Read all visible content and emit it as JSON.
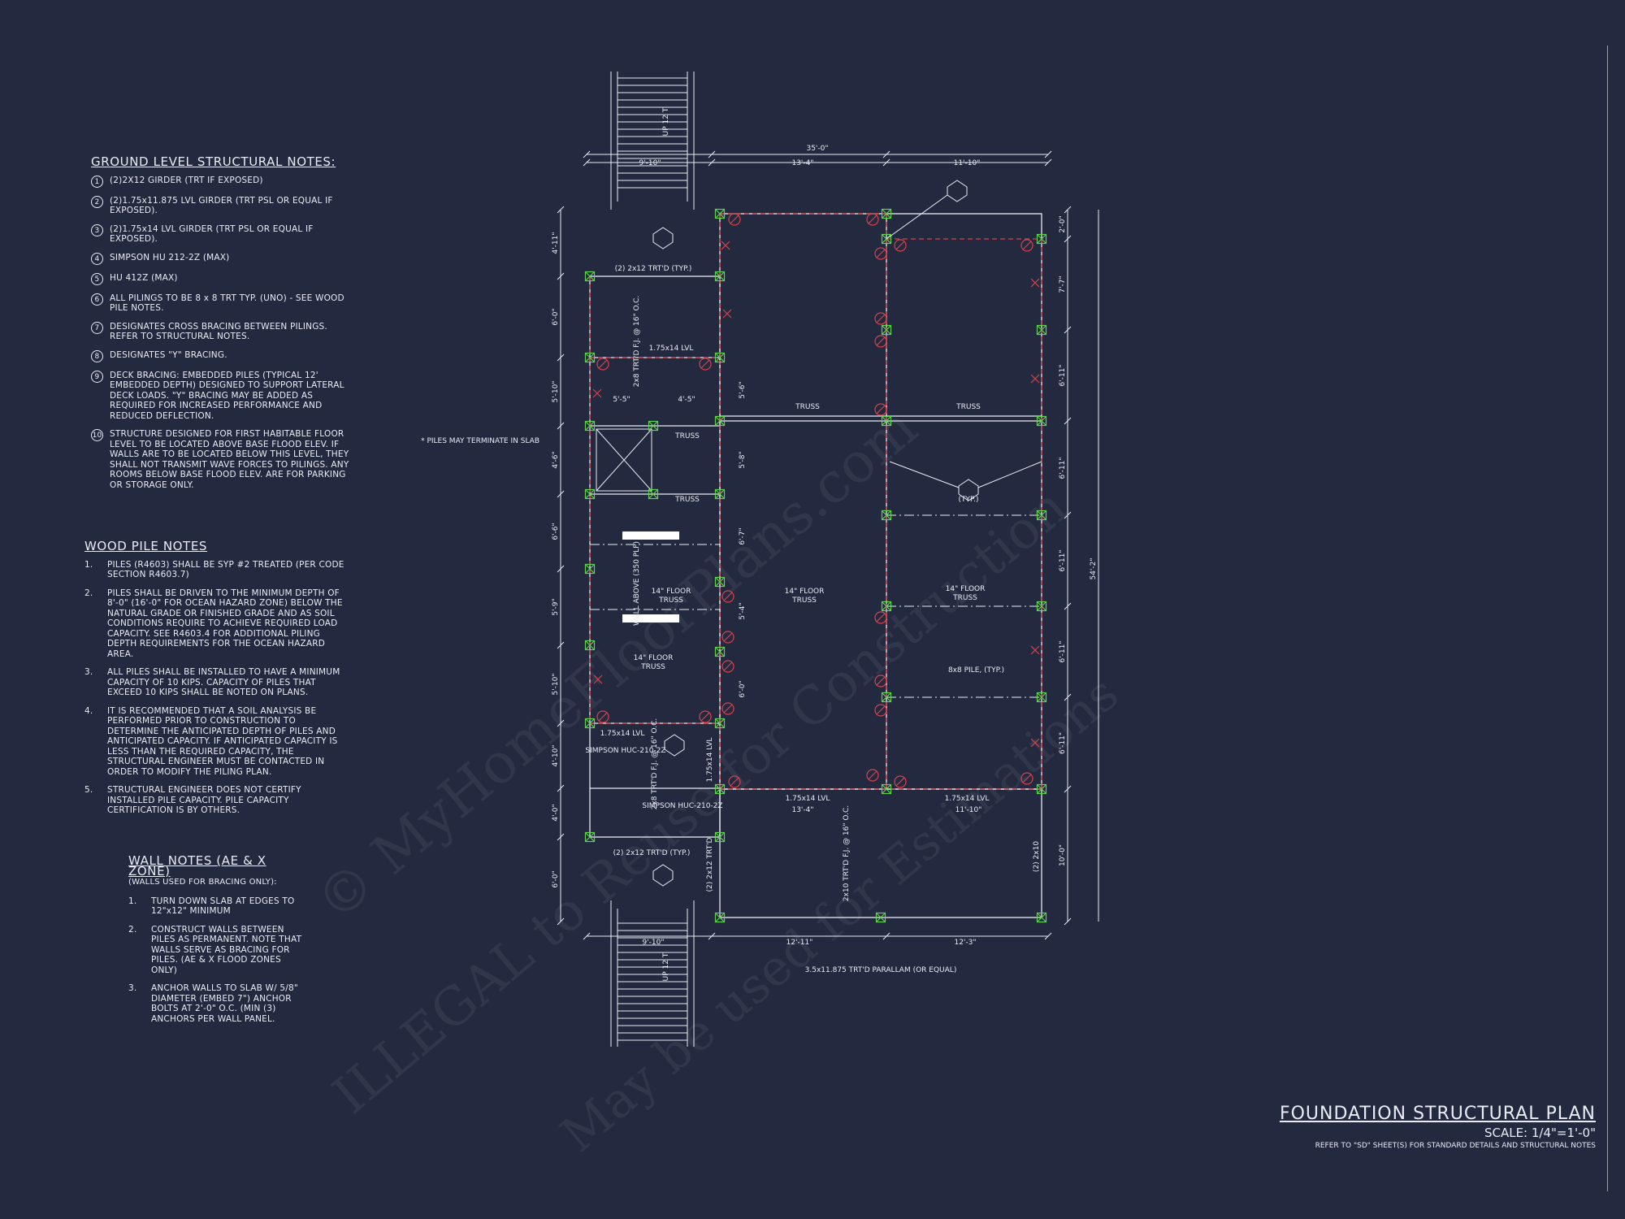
{
  "ground_notes": {
    "title": "GROUND LEVEL STRUCTURAL NOTES:",
    "items": [
      {
        "n": "1",
        "text": "(2)2X12 GIRDER (TRT IF EXPOSED)"
      },
      {
        "n": "2",
        "text": "(2)1.75x11.875 LVL GIRDER (TRT PSL OR EQUAL IF EXPOSED)."
      },
      {
        "n": "3",
        "text": "(2)1.75x14 LVL GIRDER (TRT PSL OR EQUAL IF EXPOSED)."
      },
      {
        "n": "4",
        "text": "SIMPSON HU 212-2Z (MAX)"
      },
      {
        "n": "5",
        "text": "HU 412Z (MAX)"
      },
      {
        "n": "6",
        "text": "ALL PILINGS TO BE 8 x 8 TRT TYP. (UNO) - SEE WOOD PILE NOTES."
      },
      {
        "n": "7",
        "text": "DESIGNATES CROSS BRACING BETWEEN PILINGS. REFER TO STRUCTURAL NOTES."
      },
      {
        "n": "8",
        "text": "DESIGNATES \"Y\" BRACING."
      },
      {
        "n": "9",
        "text": "DECK BRACING: EMBEDDED PILES (TYPICAL 12' EMBEDDED DEPTH) DESIGNED TO SUPPORT LATERAL DECK LOADS. \"Y\" BRACING MAY BE ADDED AS REQUIRED FOR INCREASED PERFORMANCE AND REDUCED DEFLECTION."
      },
      {
        "n": "10",
        "text": "STRUCTURE DESIGNED FOR FIRST HABITABLE FLOOR LEVEL TO BE LOCATED ABOVE BASE FLOOD ELEV. IF WALLS ARE TO BE LOCATED BELOW THIS LEVEL, THEY SHALL NOT TRANSMIT WAVE FORCES TO PILINGS. ANY ROOMS BELOW BASE FLOOD ELEV. ARE FOR PARKING OR STORAGE ONLY."
      }
    ]
  },
  "pile_notes": {
    "title": "WOOD PILE NOTES",
    "items": [
      {
        "n": "1.",
        "text": "PILES (R4603) SHALL BE SYP #2 TREATED (PER CODE SECTION R4603.7)"
      },
      {
        "n": "2.",
        "text": "PILES SHALL BE DRIVEN TO THE MINIMUM DEPTH OF 8'-0\" (16'-0\" FOR OCEAN HAZARD ZONE) BELOW THE NATURAL GRADE OR FINISHED GRADE AND AS SOIL CONDITIONS REQUIRE TO ACHIEVE REQUIRED LOAD CAPACITY. SEE R4603.4 FOR ADDITIONAL PILING DEPTH REQUIREMENTS FOR THE OCEAN HAZARD AREA."
      },
      {
        "n": "3.",
        "text": "ALL PILES SHALL BE INSTALLED TO HAVE A MINIMUM CAPACITY OF 10 KIPS. CAPACITY OF PILES THAT EXCEED 10 KIPS SHALL BE NOTED ON PLANS."
      },
      {
        "n": "4.",
        "text": "IT IS RECOMMENDED THAT A SOIL ANALYSIS BE PERFORMED PRIOR TO CONSTRUCTION TO DETERMINE THE ANTICIPATED DEPTH OF PILES AND ANTICIPATED CAPACITY. IF ANTICIPATED CAPACITY IS LESS THAN THE REQUIRED CAPACITY, THE STRUCTURAL ENGINEER MUST BE CONTACTED IN ORDER TO MODIFY THE PILING PLAN."
      },
      {
        "n": "5.",
        "text": "STRUCTURAL ENGINEER DOES NOT CERTIFY INSTALLED PILE CAPACITY. PILE CAPACITY CERTIFICATION IS BY OTHERS."
      }
    ]
  },
  "wall_notes": {
    "title": "WALL NOTES (AE & X ZONE)",
    "subtitle": "(WALLS USED FOR BRACING ONLY):",
    "items": [
      {
        "n": "1.",
        "text": "TURN DOWN SLAB AT EDGES TO 12\"x12\" MINIMUM"
      },
      {
        "n": "2.",
        "text": "CONSTRUCT WALLS BETWEEN PILES AS PERMANENT. NOTE THAT WALLS SERVE AS BRACING FOR PILES. (AE & X FLOOD ZONES ONLY)"
      },
      {
        "n": "3.",
        "text": "ANCHOR WALLS TO SLAB W/ 5/8\" DIAMETER (EMBED 7\") ANCHOR BOLTS AT 2'-0\" O.C. (MIN (3) ANCHORS PER WALL PANEL."
      }
    ]
  },
  "plan": {
    "dims_top": {
      "overall": "35'-0\"",
      "a": "9'-10\"",
      "b": "13'-4\"",
      "c": "11'-10\""
    },
    "dims_bottom": {
      "a": "9'-10\"",
      "b": "12'-11\"",
      "c": "12'-3\""
    },
    "dims_left": [
      "4'-11\"",
      "6'-0\"",
      "5'-10\"",
      "4'-6\"",
      "6'-6\"",
      "5'-9\"",
      "5'-10\"",
      "4'-10\"",
      "4'-0\"",
      "6'-0\""
    ],
    "dims_right": [
      "2'-0\"",
      "7'-7\"",
      "6'-11\"",
      "6'-11\"",
      "6'-11\"",
      "6'-11\"",
      "6'-11\"",
      "10'-0\""
    ],
    "dim_overall_right": "54'-2\"",
    "dims_inner": [
      "5'-6\"",
      "5'-8\"",
      "6'-7\"",
      "5'-4\"",
      "6'-0\""
    ],
    "dims_mid": {
      "left": "5'-5\"",
      "right": "4'-5\"",
      "lower_left": "13'-4\"",
      "lower_right": "11'-10\""
    },
    "labels": {
      "girder_top": "(2) 2x12 TRT'D (TYP.)",
      "girder_bottom": "(2) 2x12 TRT'D (TYP.)",
      "fj_top": "2x8 TRT'D F.J. @ 16\" O.C.",
      "fj_bottom": "2x8 TRT'D F.J. @ 16\" O.C.",
      "lvl": "1.75x14 LVL",
      "truss": "TRUSS",
      "floor_truss_a": "14\" FLOOR",
      "floor_truss_b": "TRUSS",
      "piles_terminate": "* PILES MAY TERMINATE IN SLAB",
      "wall_above": "WALL ABOVE (350 PLF)",
      "simpson_a": "SIMPSON HUC-210-2Z",
      "simpson_b": "SIMPSON HUC-210-2Z",
      "pile_typ": "8x8 PILE, (TYP.)",
      "typ": "(TYP.)",
      "fj_2x10": "2x10 TRT'D F.J. @ 16\" O.C.",
      "two_2x12": "(2) 2x12 TRT'D",
      "two_2x10": "(2) 2x10",
      "parallam": "3.5x11.875 TRT'D PARALLAM (OR EQUAL)",
      "up": "UP 12 T"
    }
  },
  "title_block": {
    "title": "FOUNDATION STRUCTURAL PLAN",
    "scale": "SCALE: 1/4\"=1'-0\"",
    "ref": "REFER TO \"SD\" SHEET(S) FOR STANDARD DETAILS AND STRUCTURAL NOTES"
  },
  "watermark": {
    "line1": "© MyHomeFloorPlans.com",
    "line2": "ILLEGAL to Reuse for Construction",
    "line3": "May be used for Estimations"
  },
  "colors": {
    "background": "#232a3f",
    "line": "#e9ecf4",
    "pile": "#5fd14b",
    "brace": "#d8404a"
  }
}
